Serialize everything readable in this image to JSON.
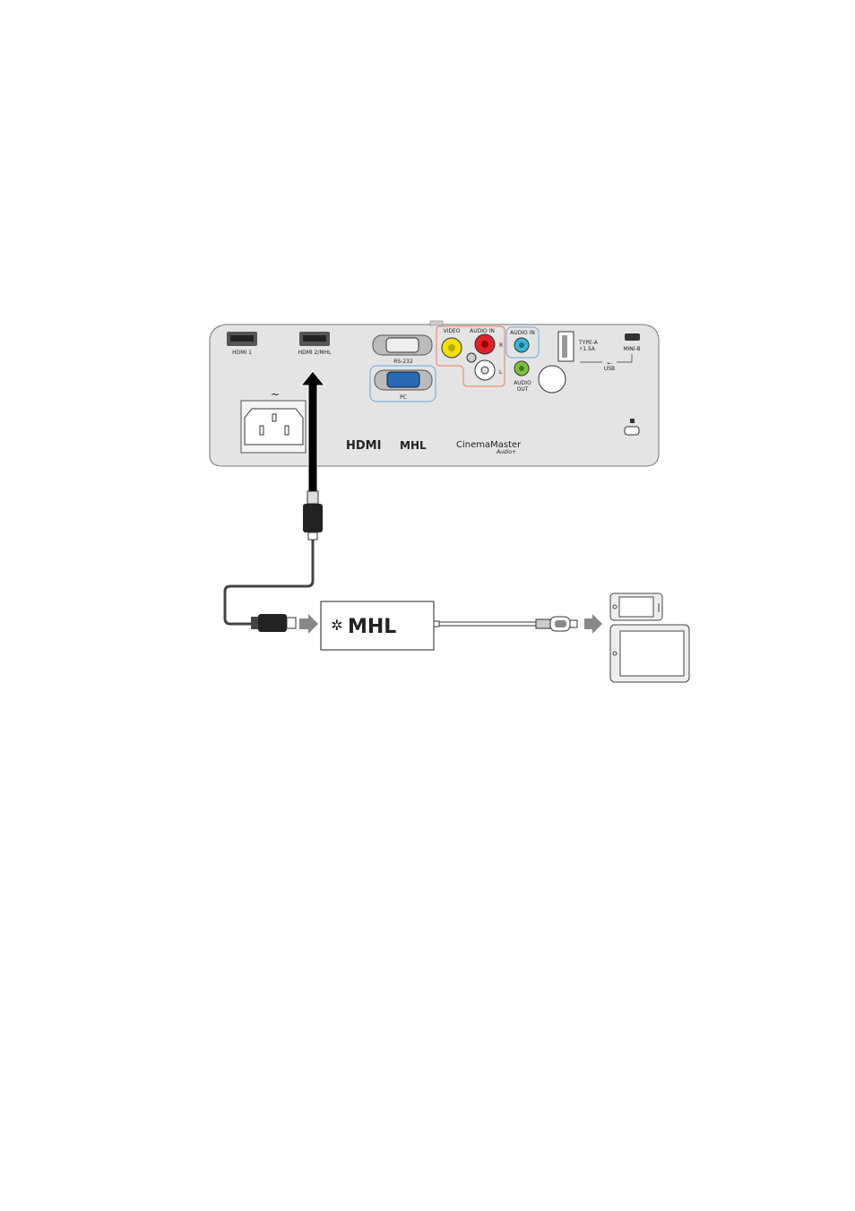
{
  "panel": {
    "ports": {
      "hdmi1": "HDMI 1",
      "hdmi2": "HDMI 2/MHL",
      "rs232": "RS-232",
      "pc": "PC",
      "video": "VIDEO",
      "audio_in_rca": "AUDIO IN",
      "r": "R",
      "l": "L",
      "audio_in": "AUDIO IN",
      "audio_out_1": "AUDIO",
      "audio_out_2": "OUT",
      "type_a_1": "TYPE-A",
      "type_a_2": "⚡1.5A",
      "mini_b": "MINI-B",
      "usb": "USB",
      "ac_symbol": "~"
    },
    "logos": {
      "hdmi": "HDMI",
      "mhl": "MHL",
      "cinema": "CinemaMaster",
      "audio_plus": "Audio+"
    }
  },
  "adapter": {
    "logo": "MHL"
  },
  "colors": {
    "panel": "#e6e6e6",
    "video": "#f2e100",
    "audio_r": "#e0202a",
    "audio_in": "#39b3d6",
    "audio_out": "#7cc242",
    "vga": "#2a6ab5",
    "group_orange": "#f07c5a",
    "group_blue": "#6aa8e0"
  }
}
